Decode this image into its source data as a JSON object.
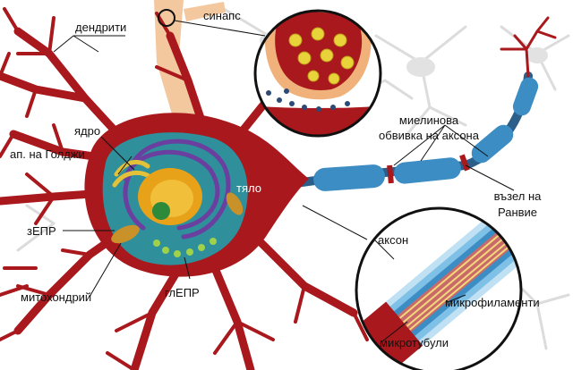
{
  "diagram": {
    "labels": {
      "dendrites": "дендрити",
      "synapse": "синапс",
      "nucleus": "ядро",
      "golgi": "ап. на Голджи",
      "body": "тяло",
      "myelin_line1": "миелинова",
      "myelin_line2": "обвивка на аксона",
      "ranvier_line1": "възел на",
      "ranvier_line2": "Ранвие",
      "ser": "зЕПР",
      "axon": "аксон",
      "mitochondrion": "митохондрий",
      "rer": "глЕПР",
      "microfilaments": "микрофиламенти",
      "microtubules": "микротубули"
    },
    "colors": {
      "cytoplasm": "#a8181c",
      "cell_interior": "#2f8f9a",
      "nucleus": "#e8a21a",
      "nucleolus": "#2c8a3a",
      "er": "#6a3fa0",
      "myelin": "#3c8dc4",
      "synapse_bulb": "#f0b27a",
      "background_neurons": "#d9d9d9",
      "inset_border": "#111111"
    }
  }
}
